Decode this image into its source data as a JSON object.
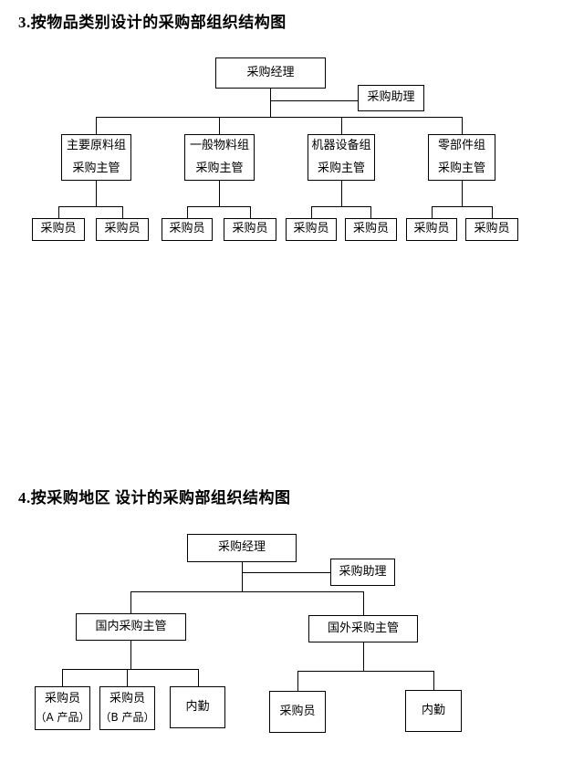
{
  "colors": {
    "line": "#000000",
    "text": "#000000",
    "background": "#ffffff"
  },
  "section3": {
    "heading": "3.按物品类别设计的采购部组织结构图",
    "chart": {
      "type": "org-chart",
      "manager": "采购经理",
      "assistant": "采购助理",
      "groups": [
        {
          "name": "主要原料组",
          "role": "采购主管"
        },
        {
          "name": "一般物料组",
          "role": "采购主管"
        },
        {
          "name": "机器设备组",
          "role": "采购主管"
        },
        {
          "name": "零部件组",
          "role": "采购主管"
        }
      ],
      "buyers": [
        "采购员",
        "采购员",
        "采购员",
        "采购员",
        "采购员",
        "采购员",
        "采购员",
        "采购员"
      ]
    }
  },
  "section4": {
    "heading": "4.按采购地区 设计的采购部组织结构图",
    "chart": {
      "type": "org-chart",
      "manager": "采购经理",
      "assistant": "采购助理",
      "supervisors": [
        {
          "name": "国内采购主管"
        },
        {
          "name": "国外采购主管"
        }
      ],
      "domestic_staff": [
        {
          "title": "采购员",
          "subtitle": "（A 产品）"
        },
        {
          "title": "采购员",
          "subtitle": "（B 产品）"
        },
        {
          "title": "内勤"
        }
      ],
      "foreign_staff": [
        {
          "title": "采购员"
        },
        {
          "title": "内勤"
        }
      ]
    }
  }
}
